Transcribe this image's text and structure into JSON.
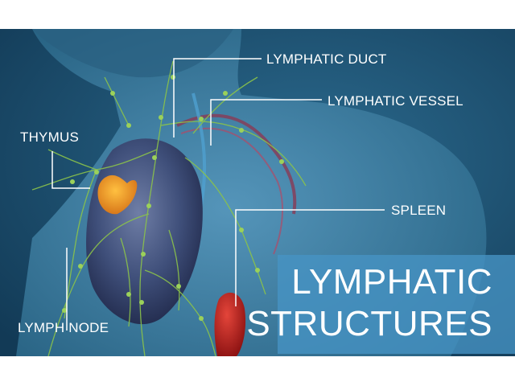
{
  "labels": {
    "thymus": "THYMUS",
    "lymphatic_duct": "LYMPHATIC DUCT",
    "lymphatic_vessel": "LYMPHATIC VESSEL",
    "spleen": "SPLEEN",
    "lymph_node": "LYMPH NODE"
  },
  "title": {
    "line1": "LYMPHATIC",
    "line2": "STRUCTURES"
  },
  "colors": {
    "background": "#1f4f6e",
    "body": "#3f7fa4",
    "heart": "#3c4f7a",
    "thymus": "#f0a020",
    "spleen": "#b81f1f",
    "lymph_network": "#8bc34a",
    "title_panel": "#4694c4"
  }
}
